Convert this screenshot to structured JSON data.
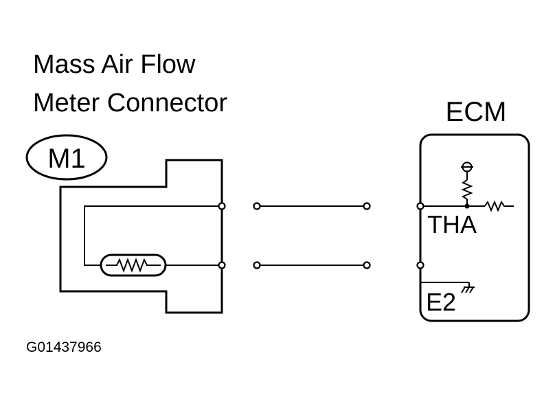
{
  "sensor": {
    "title_line1": "Mass Air Flow",
    "title_line2": "Meter Connector",
    "connector_id": "M1"
  },
  "ecm": {
    "label": "ECM",
    "terminals": [
      {
        "name": "THA"
      },
      {
        "name": "E2"
      }
    ]
  },
  "figure_code": "G01437966",
  "colors": {
    "line": "#000000",
    "background": "#ffffff"
  }
}
